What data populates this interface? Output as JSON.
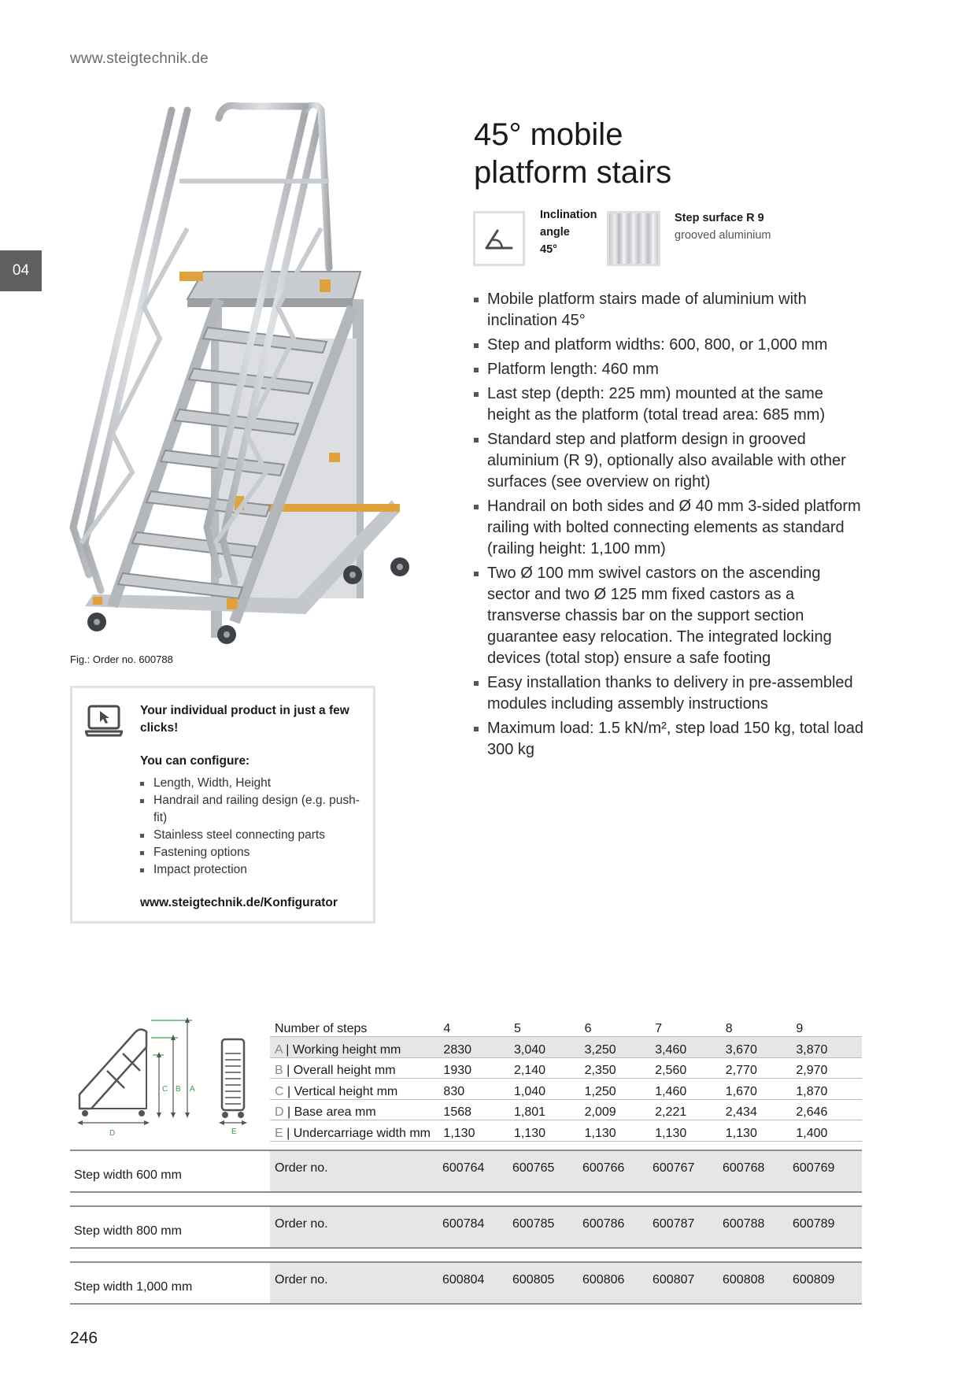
{
  "header": {
    "site_url": "www.steigtechnik.de"
  },
  "chapter_tab": "04",
  "figure": {
    "caption": "Fig.: Order no. 600788"
  },
  "configurator": {
    "headline": "Your individual product in just a few clicks!",
    "subheading": "You can configure:",
    "items": [
      "Length, Width, Height",
      "Handrail and railing design (e.g. push-fit)",
      "Stainless steel connecting parts",
      "Fastening options",
      "Impact protection"
    ],
    "link": "www.steigtechnik.de/Konfigurator"
  },
  "product": {
    "title_line1": "45° mobile",
    "title_line2": "platform stairs",
    "feature_angle": {
      "line1": "Inclination",
      "line2": "angle",
      "line3": "45°"
    },
    "feature_surface": {
      "title": "Step surface R 9",
      "subtitle": "grooved aluminium"
    },
    "bullets": [
      "Mobile platform stairs made of aluminium with inclination 45°",
      "Step and platform widths: 600, 800, or 1,000 mm",
      "Platform length: 460 mm",
      "Last step (depth: 225 mm) mounted at the same height as the platform (total tread area: 685 mm)",
      "Standard step and platform design in grooved aluminium (R 9), optionally also available with other surfaces (see overview on right)",
      "Handrail on both sides and Ø 40 mm 3-sided platform railing with bolted connecting elements as standard (railing height: 1,100 mm)",
      "Two Ø 100 mm swivel castors on the ascending sector and two Ø 125 mm fixed castors as a transverse chassis bar on the support section guarantee easy relocation. The integrated locking devices (total stop) ensure a safe footing",
      "Easy installation thanks to delivery in pre-assembled modules including assembly instructions",
      "Maximum load: 1.5 kN/m², step load 150 kg, total load 300 kg"
    ]
  },
  "diagram": {
    "labels": [
      "C",
      "B",
      "A",
      "D",
      "E"
    ]
  },
  "specs": {
    "header_label": "Number of steps",
    "steps": [
      "4",
      "5",
      "6",
      "7",
      "8",
      "9"
    ],
    "rows": [
      {
        "letter": "A",
        "label": " | Working height mm",
        "values": [
          "2830",
          "3,040",
          "3,250",
          "3,460",
          "3,670",
          "3,870"
        ]
      },
      {
        "letter": "B",
        "label": " | Overall height mm",
        "values": [
          "1930",
          "2,140",
          "2,350",
          "2,560",
          "2,770",
          "2,970"
        ]
      },
      {
        "letter": "C",
        "label": " | Vertical height mm",
        "values": [
          "830",
          "1,040",
          "1,250",
          "1,460",
          "1,670",
          "1,870"
        ]
      },
      {
        "letter": "D",
        "label": " | Base area mm",
        "values": [
          "1568",
          "1,801",
          "2,009",
          "2,221",
          "2,434",
          "2,646"
        ]
      },
      {
        "letter": "E",
        "label": " | Undercarriage width mm",
        "values": [
          "1,130",
          "1,130",
          "1,130",
          "1,130",
          "1,130",
          "1,400"
        ]
      }
    ]
  },
  "orders": [
    {
      "width": "Step width 600 mm",
      "label": "Order no.",
      "numbers": [
        "600764",
        "600765",
        "600766",
        "600767",
        "600768",
        "600769"
      ]
    },
    {
      "width": "Step width 800 mm",
      "label": "Order no.",
      "numbers": [
        "600784",
        "600785",
        "600786",
        "600787",
        "600788",
        "600789"
      ]
    },
    {
      "width": "Step width 1,000 mm",
      "label": "Order no.",
      "numbers": [
        "600804",
        "600805",
        "600806",
        "600807",
        "600808",
        "600809"
      ]
    }
  ],
  "page_number": "246",
  "colors": {
    "accent_orange": "#e0a23a",
    "aluminium": "#b8bcc0",
    "chapter_tab": "#5f5f5f",
    "table_highlight": "#e6e6e7",
    "diagram_green": "#3aa24a"
  }
}
